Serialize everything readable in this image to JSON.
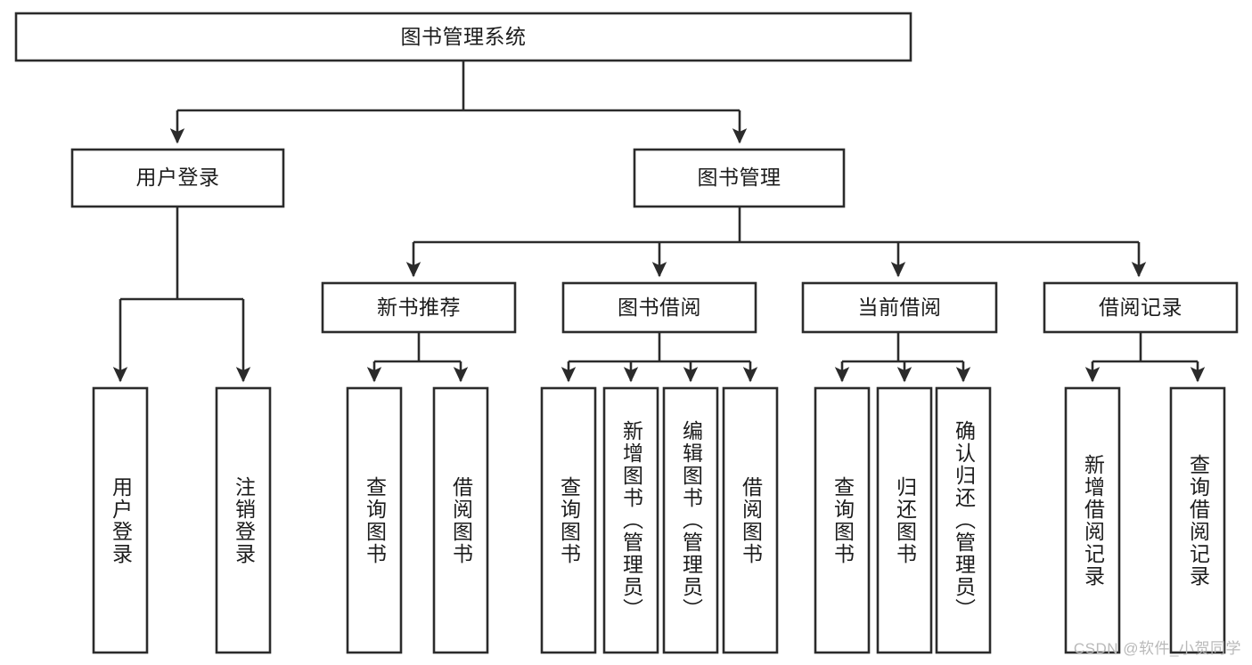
{
  "diagram": {
    "type": "tree-hierarchy",
    "title": "图书管理系统",
    "watermark": "CSDN @软件_小贺同学",
    "colors": {
      "stroke": "#2b2b2b",
      "fill": "#ffffff",
      "text": "#1c1c1c",
      "watermark": "#b9b9b9"
    },
    "nodes": {
      "root": {
        "label": "图书管理系统",
        "level": 0,
        "orientation": "horizontal"
      },
      "l1": [
        {
          "id": "user-login",
          "label": "用户登录",
          "orientation": "horizontal"
        },
        {
          "id": "book-manage",
          "label": "图书管理",
          "orientation": "horizontal"
        }
      ],
      "l2": [
        {
          "id": "new-book-recommend",
          "label": "新书推荐",
          "orientation": "horizontal"
        },
        {
          "id": "book-borrow",
          "label": "图书借阅",
          "orientation": "horizontal"
        },
        {
          "id": "current-borrow",
          "label": "当前借阅",
          "orientation": "horizontal"
        },
        {
          "id": "borrow-record",
          "label": "借阅记录",
          "orientation": "horizontal"
        }
      ],
      "leaves": [
        {
          "id": "leaf-user-login",
          "label": "用户登录",
          "parent": "user-login",
          "orientation": "vertical"
        },
        {
          "id": "leaf-user-logout",
          "label": "注销登录",
          "parent": "user-login",
          "orientation": "vertical"
        },
        {
          "id": "leaf-query-book-1",
          "label": "查询图书",
          "parent": "new-book-recommend",
          "orientation": "vertical"
        },
        {
          "id": "leaf-borrow-book-1",
          "label": "借阅图书",
          "parent": "new-book-recommend",
          "orientation": "vertical"
        },
        {
          "id": "leaf-query-book-2",
          "label": "查询图书",
          "parent": "book-borrow",
          "orientation": "vertical"
        },
        {
          "id": "leaf-add-book",
          "label": "新增图书（管理员）",
          "parent": "book-borrow",
          "orientation": "vertical"
        },
        {
          "id": "leaf-edit-book",
          "label": "编辑图书（管理员）",
          "parent": "book-borrow",
          "orientation": "vertical"
        },
        {
          "id": "leaf-borrow-book-2",
          "label": "借阅图书",
          "parent": "book-borrow",
          "orientation": "vertical"
        },
        {
          "id": "leaf-query-book-3",
          "label": "查询图书",
          "parent": "current-borrow",
          "orientation": "vertical"
        },
        {
          "id": "leaf-return-book",
          "label": "归还图书",
          "parent": "current-borrow",
          "orientation": "vertical"
        },
        {
          "id": "leaf-confirm-return",
          "label": "确认归还（管理员）",
          "parent": "current-borrow",
          "orientation": "vertical"
        },
        {
          "id": "leaf-add-record",
          "label": "新增借阅记录",
          "parent": "borrow-record",
          "orientation": "vertical"
        },
        {
          "id": "leaf-query-record",
          "label": "查询借阅记录",
          "parent": "borrow-record",
          "orientation": "vertical"
        }
      ]
    }
  }
}
